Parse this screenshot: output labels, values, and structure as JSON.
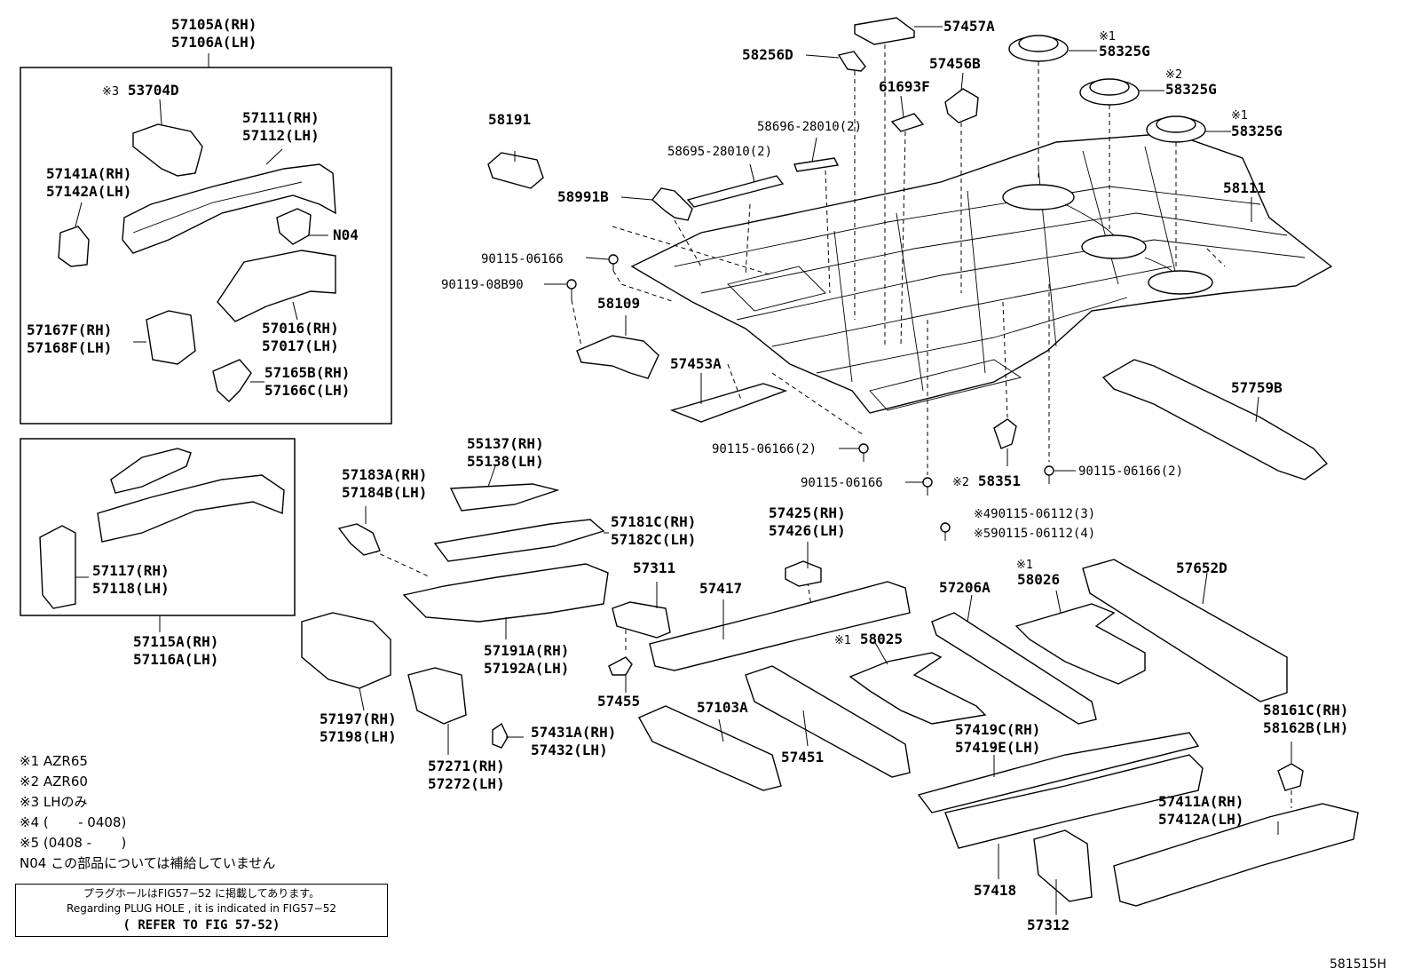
{
  "figure_id": "581515H",
  "callouts": {
    "c1": "57105A(RH)\n57106A(LH)",
    "c2": "53704D",
    "c2_mark": "※3",
    "c3": "57111(RH)\n57112(LH)",
    "c4": "57141A(RH)\n57142A(LH)",
    "c5": "N04",
    "c6": "57016(RH)\n57017(LH)",
    "c7": "57167F(RH)\n57168F(LH)",
    "c8": "57165B(RH)\n57166C(LH)",
    "c9": "57117(RH)\n57118(LH)",
    "c10": "57115A(RH)\n57116A(LH)",
    "c11": "57197(RH)\n57198(LH)",
    "c12": "57271(RH)\n57272(LH)",
    "c13": "57431A(RH)\n57432(LH)",
    "c14": "57191A(RH)\n57192A(LH)",
    "c15": "57183A(RH)\n57184B(LH)",
    "c16": "55137(RH)\n55138(LH)",
    "c17": "57181C(RH)\n57182C(LH)",
    "c18": "57311",
    "c19": "57455",
    "c20": "57417",
    "c21": "57425(RH)\n57426(LH)",
    "c22": "57103A",
    "c23": "57451",
    "c24": "58025",
    "c24_mark": "※1",
    "c25": "57206A",
    "c26": "58026",
    "c26_mark": "※1",
    "c27": "57652D",
    "c28": "58161C(RH)\n58162B(LH)",
    "c29": "57419C(RH)\n57419E(LH)",
    "c30": "57411A(RH)\n57412A(LH)",
    "c31": "57418",
    "c32": "57312",
    "c33": "58191",
    "c34": "58991B",
    "c35": "90115-06166",
    "c36": "90119-08B90",
    "c37": "58109",
    "c38": "57453A",
    "c39": "58695-28010(2)",
    "c40": "58696-28010(2)",
    "c41": "58256D",
    "c42": "57457A",
    "c43": "61693F",
    "c44": "57456B",
    "c45": "58325G",
    "c45_mark": "※1",
    "c46": "58325G",
    "c46_mark": "※2",
    "c47": "58325G",
    "c47_mark": "※1",
    "c48": "58111",
    "c49": "57759B",
    "c50": "90115-06166(2)",
    "c51": "90115-06166",
    "c52": "58351",
    "c52_mark": "※2",
    "c53": "90115-06166(2)",
    "c54": "90115-06112(3)",
    "c54_mark": "※4",
    "c55": "90115-06112(4)",
    "c55_mark": "※5"
  },
  "notes": {
    "n1": "※1 AZR65",
    "n2": "※2 AZR60",
    "n3": "※3 LHのみ",
    "n4": "※4 (       - 0408)",
    "n5": "※5 (0408 -       )",
    "n6": "N04 この部品については補給していません"
  },
  "plug_box": {
    "line1": "プラグホールはFIG57−52 に掲載してあります。",
    "line2": "Regarding PLUG HOLE , it is indicated in FIG57−52",
    "line3": "( REFER TO FIG 57-52)"
  }
}
